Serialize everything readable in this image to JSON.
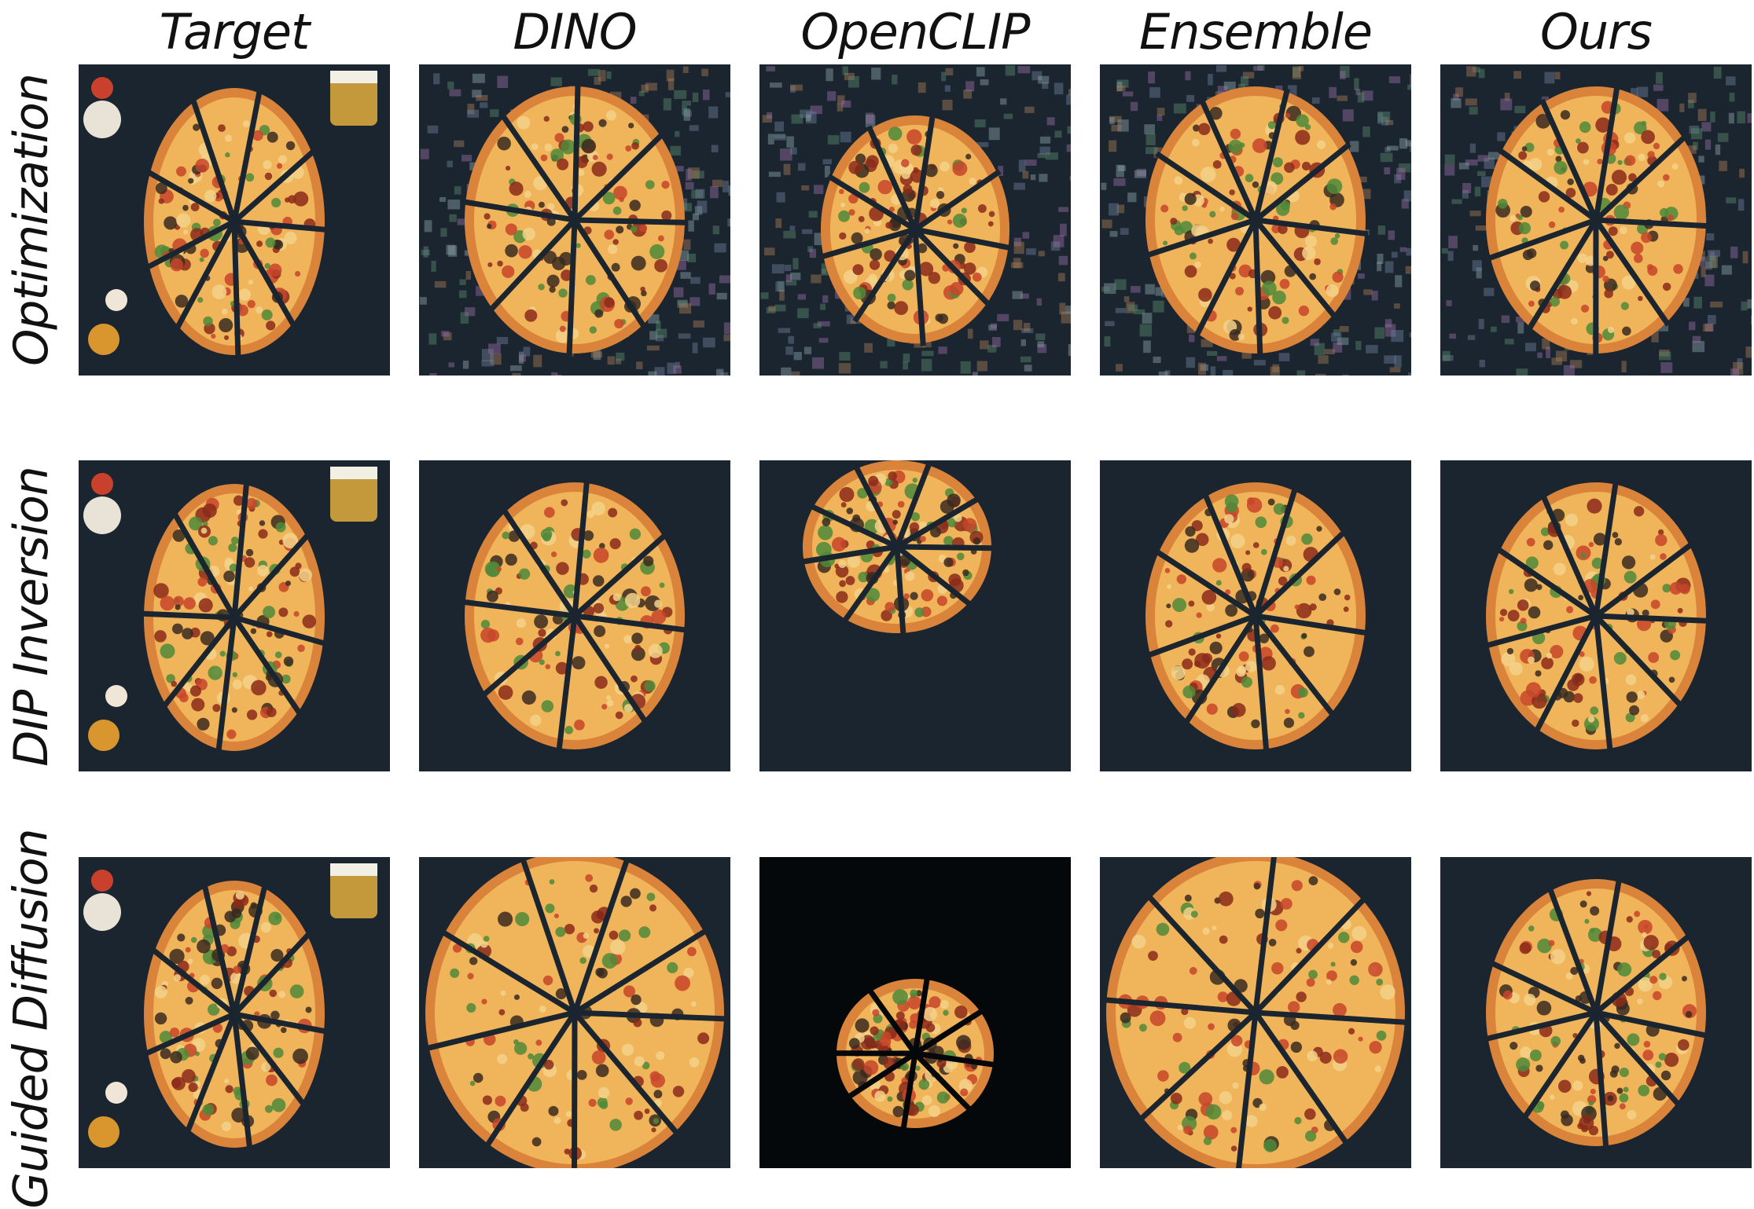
{
  "columns": [
    "Target",
    "DINO",
    "OpenCLIP",
    "Ensemble",
    "Ours"
  ],
  "rows": [
    "Optimization",
    "DIP Inversion",
    "Guided Diffusion"
  ],
  "image_subject": "pizza",
  "colors": {
    "background_dark": "#1b2530",
    "crust": "#d9843a",
    "sauce": "#c7452a",
    "cheese": "#f0b45a",
    "herb": "#4f8a3a",
    "noise": "#8fa3a8"
  }
}
